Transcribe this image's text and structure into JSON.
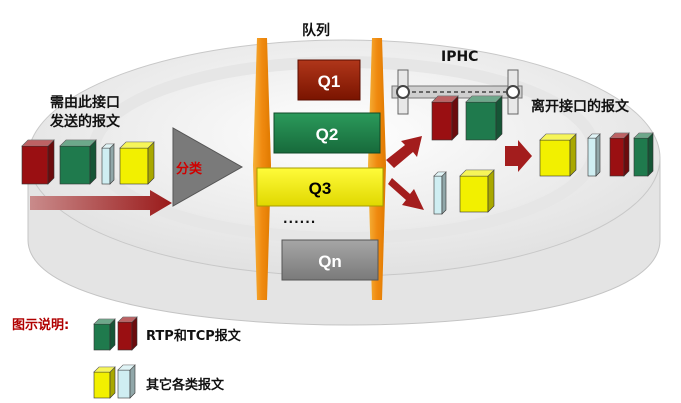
{
  "labels": {
    "queue_title": "队列",
    "iphc": "IPHC",
    "ingress": [
      "需由此接口",
      "发送的报文"
    ],
    "egress": "离开接口的报文",
    "classify": "分类",
    "dots": "......"
  },
  "queues": [
    {
      "id": "Q1",
      "label": "Q1",
      "color": "#8b1a00"
    },
    {
      "id": "Q2",
      "label": "Q2",
      "color": "#1e7a46"
    },
    {
      "id": "Q3",
      "label": "Q3",
      "color": "#f3ef00"
    },
    {
      "id": "Qn",
      "label": "Qn",
      "color": "#8c8c8c"
    }
  ],
  "legend": {
    "title": "图示说明:",
    "rtp_tcp": "RTP和TCP报文",
    "other": "其它各类报文"
  },
  "colors": {
    "red_packet": "#9a0f12",
    "green_packet": "#1f7a4d",
    "yellow_packet": "#f2f000",
    "cyan_packet": "#cfeef2",
    "bar_orange": "#f29a1c",
    "arrow_red": "#a31d1d"
  }
}
